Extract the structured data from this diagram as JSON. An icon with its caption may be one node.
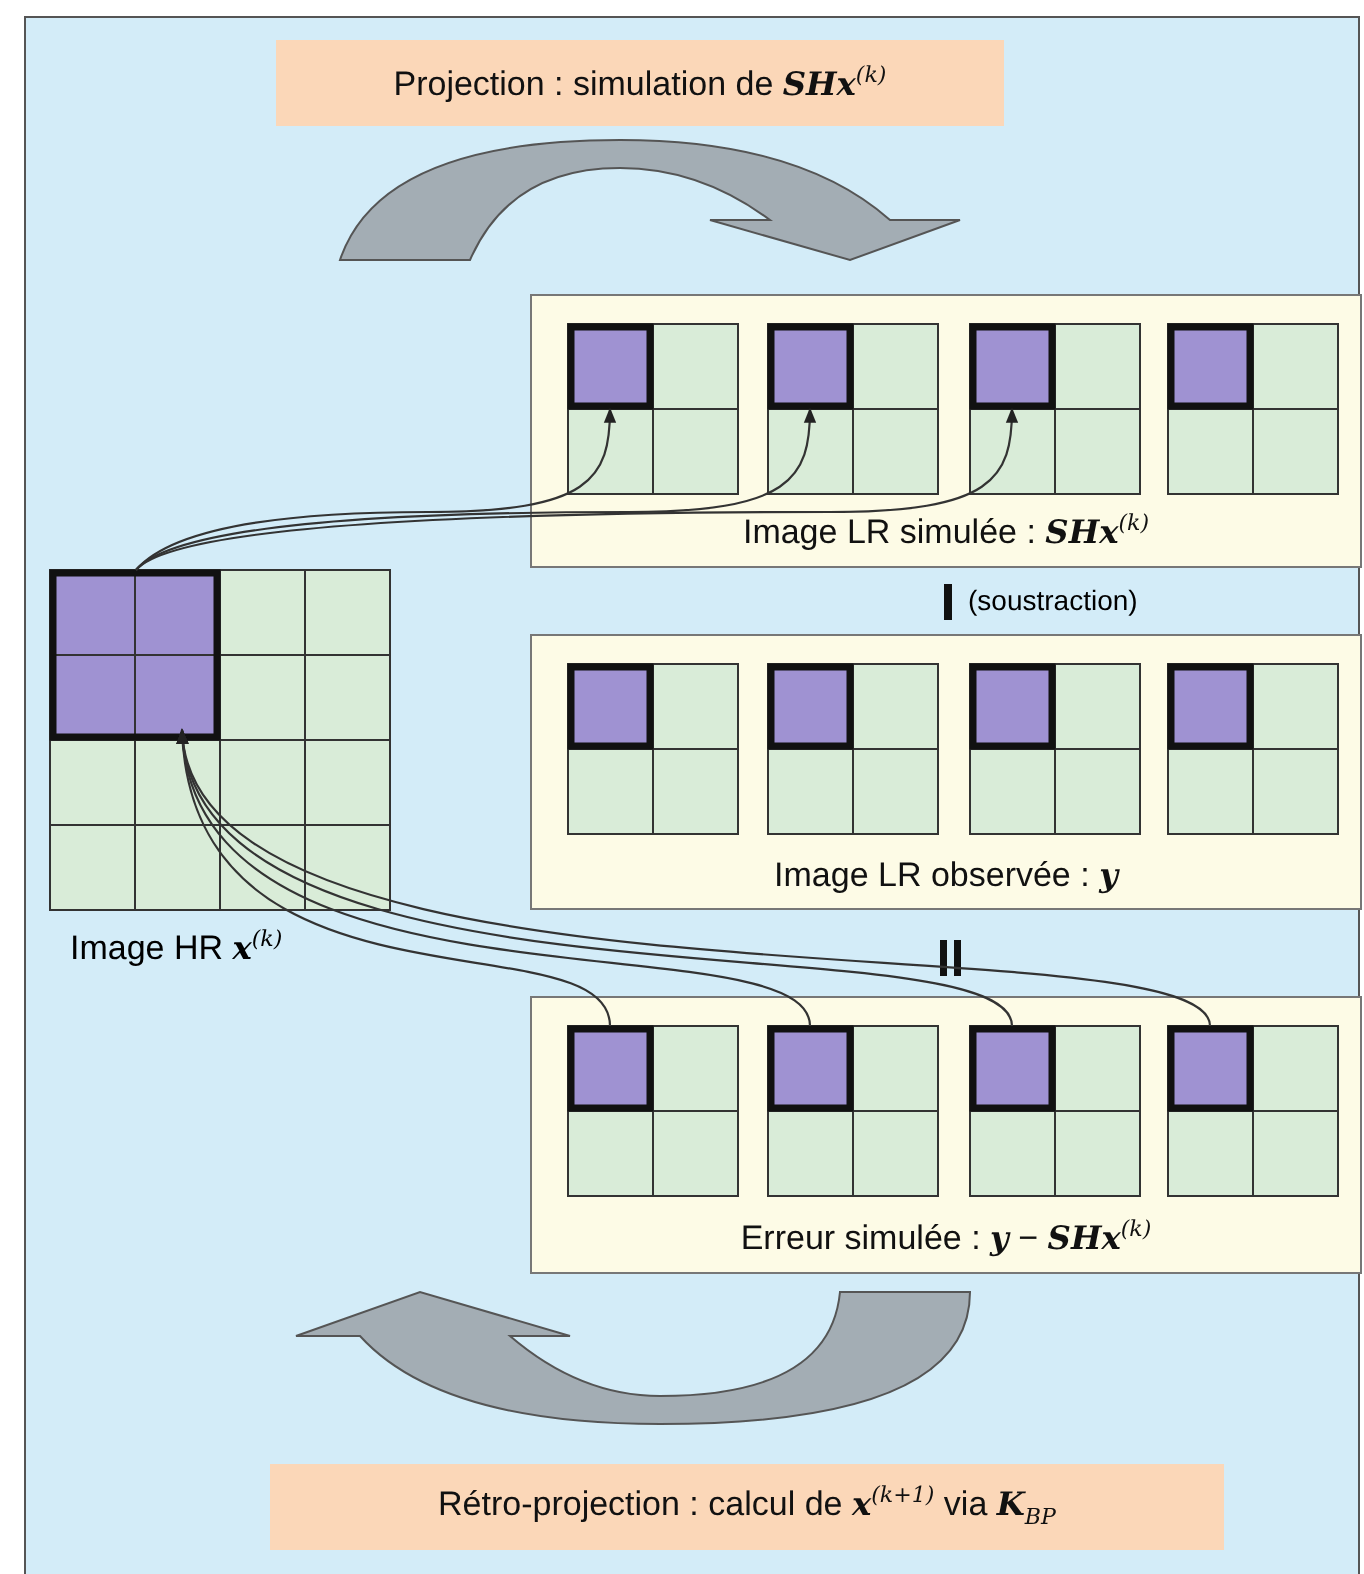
{
  "diagram": {
    "nodes": [
      {
        "text": [
          "Projection : simulation de **SHx**$^{(k)}$"
        ]
      },
      {
        "text": [
          "Image LR simulée : **SHx**$^{(k)}$"
        ]
      },
      {
        "text": [],
        "shape": "box",
        "in": 1
      },
      {
        "text": [],
        "shape": "box",
        "in": 1
      },
      {
        "text": [],
        "shape": "box",
        "in": 1
      },
      {
        "text": [],
        "shape": "box",
        "in": 1
      },
      {
        "text": [],
        "shape": "box",
        "beside": [
          "Image HR **x**$^{(k)}$"
        ]
      },
      {
        "text": [
          "Image LR observée : **y**"
        ]
      },
      {
        "text": [],
        "shape": "box",
        "in": 7
      },
      {
        "text": [],
        "shape": "box",
        "in": 7
      },
      {
        "text": [],
        "shape": "box",
        "in": 7
      },
      {
        "text": [],
        "shape": "box",
        "in": 7
      },
      {
        "text": [
          "Erreur simulée : **y** − **SHx**$^{(k)}$"
        ]
      },
      {
        "text": [],
        "shape": "box",
        "in": 12
      },
      {
        "text": [],
        "shape": "box",
        "in": 12
      },
      {
        "text": [],
        "shape": "box",
        "in": 12
      },
      {
        "text": [],
        "shape": "box",
        "in": 12
      },
      {
        "text": [
          "Rétro-projection : calcul de **x**$^{(k+1)}$ via **K**$_{BP}$"
        ]
      }
    ],
    "edges": [
      {
        "from": 6,
        "to": 2,
        "arrow": "to"
      },
      {
        "from": 6,
        "to": 3,
        "arrow": "to"
      },
      {
        "from": 6,
        "to": 4,
        "arrow": "to"
      },
      {
        "from": 13,
        "to": 6,
        "arrow": "to"
      },
      {
        "from": 14,
        "to": 6,
        "arrow": "to"
      },
      {
        "from": 15,
        "to": 6,
        "arrow": "to"
      },
      {
        "from": 16,
        "to": 6,
        "arrow": "to"
      },
      {
        "from": null,
        "to": 1,
        "arrow": "to",
        "style": "thick"
      },
      {
        "from": 12,
        "to": null,
        "arrow": "to",
        "style": "thick"
      }
    ],
    "labels": [
      "(soustraction)"
    ]
  }
}
